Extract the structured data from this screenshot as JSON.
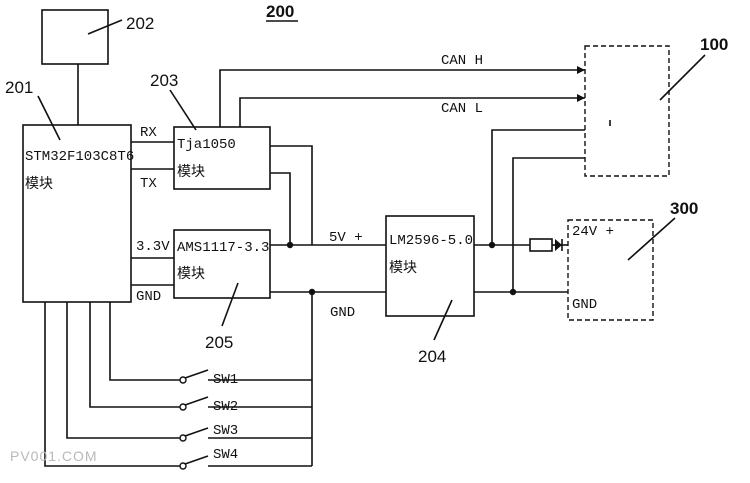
{
  "labels": {
    "fig": "200",
    "r100": "100",
    "r201": "201",
    "r202": "202",
    "r203": "203",
    "r204": "204",
    "r205": "205",
    "r300": "300"
  },
  "modules": {
    "mcu_l1": "STM32F103C8T6",
    "mcu_l2": "模块",
    "can_l1": "Tja1050",
    "can_l2": "模块",
    "ams_l1": "AMS1117-3.3",
    "ams_l2": "模块",
    "lm_l1": "LM2596-5.0",
    "lm_l2": "模块"
  },
  "pins": {
    "rx": "RX",
    "tx": "TX",
    "v33": "3.3V",
    "gnd": "GND"
  },
  "nets": {
    "can_h": "CAN H",
    "can_l": "CAN L",
    "v5": "5V +",
    "gnd": "GND",
    "v24": "24V +",
    "gnd_ext": "GND"
  },
  "switches": [
    "SW1",
    "SW2",
    "SW3",
    "SW4"
  ],
  "watermark": "PV001.COM"
}
